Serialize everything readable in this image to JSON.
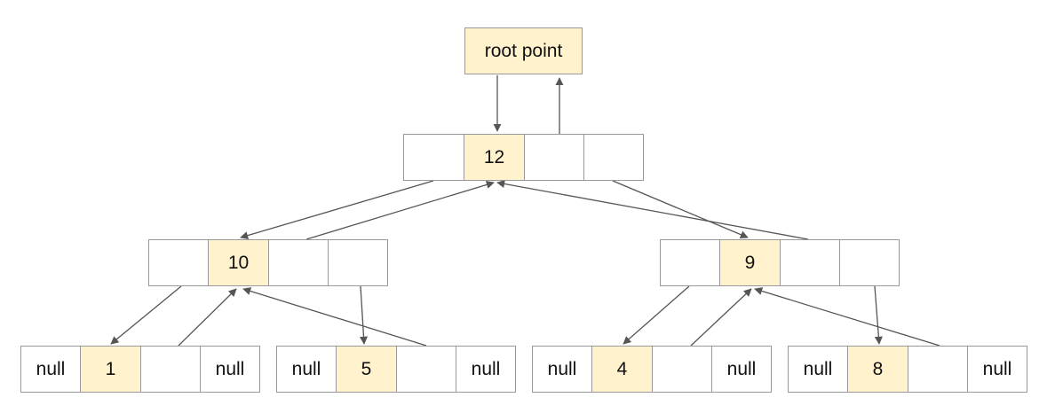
{
  "root_label": "root point",
  "colors": {
    "value_cell": "#fff2cc",
    "border": "#999999",
    "arrow": "#555555"
  },
  "nodes": {
    "n12": {
      "cells": [
        "",
        "12",
        "",
        ""
      ]
    },
    "n10": {
      "cells": [
        "",
        "10",
        "",
        ""
      ]
    },
    "n9": {
      "cells": [
        "",
        "9",
        "",
        ""
      ]
    },
    "n1": {
      "cells": [
        "null",
        "1",
        "",
        "null"
      ]
    },
    "n5": {
      "cells": [
        "null",
        "5",
        "",
        "null"
      ]
    },
    "n4": {
      "cells": [
        "null",
        "4",
        "",
        "null"
      ]
    },
    "n8": {
      "cells": [
        "null",
        "8",
        "",
        "null"
      ]
    }
  }
}
